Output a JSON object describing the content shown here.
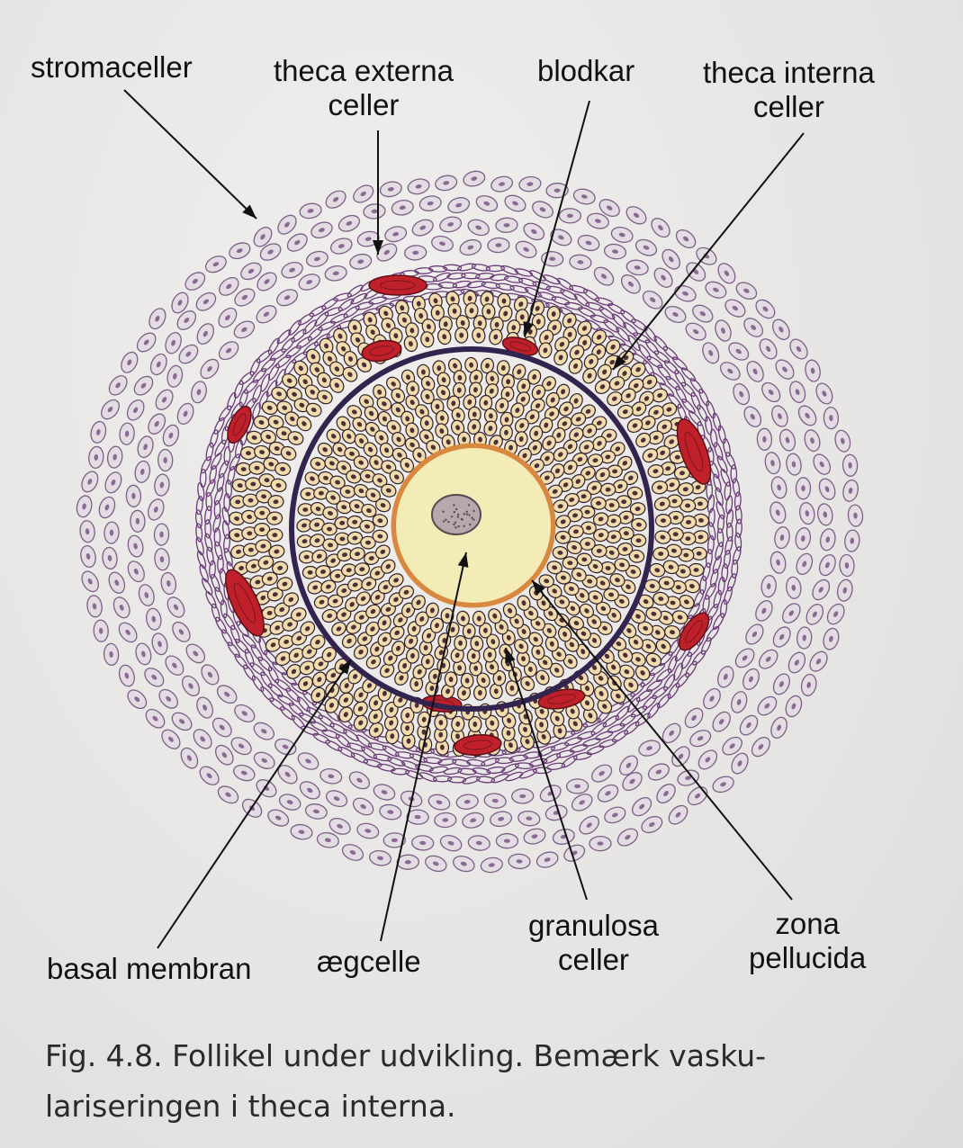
{
  "labels": {
    "stromaceller": [
      "stromaceller"
    ],
    "theca_externa": [
      "theca externa",
      "celler"
    ],
    "blodkar": [
      "blodkar"
    ],
    "theca_interna": [
      "theca interna",
      "celler"
    ],
    "basal_membran": [
      "basal membran"
    ],
    "aegcelle": [
      "ægcelle"
    ],
    "granulosa": [
      "granulosa",
      "celler"
    ],
    "zona_pellucida": [
      "zona",
      "pellucida"
    ]
  },
  "caption": [
    "Fig. 4.8. Follikel under udvikling. Bemærk vasku-",
    "lariseringen i theca interna."
  ],
  "colors": {
    "stroma_fill": "#e3dce3",
    "stroma_stroke": "#7d5f86",
    "theca_externa": "#6a3b78",
    "granulosa_fill": "#f2dcae",
    "granulosa_stroke": "#2e1f2b",
    "basal_membrane": "#33244f",
    "oocyte": "#f4ecb6",
    "zona": "#d9893f",
    "blood_vessel": "#c0202a",
    "nucleus": "#b6a8ae"
  },
  "icons": [
    "arrow-icon"
  ]
}
